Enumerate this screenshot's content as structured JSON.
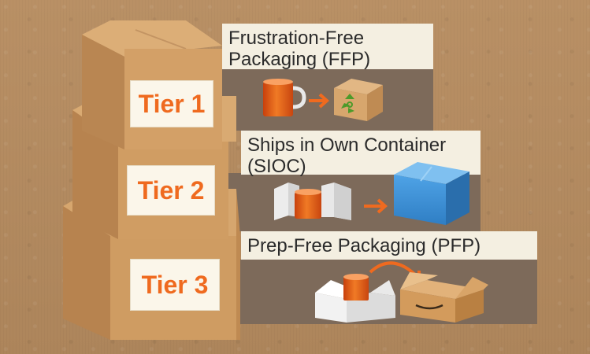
{
  "tiers": [
    {
      "label": "Tier 1",
      "title_lines": [
        "Frustration-Free",
        "Packaging (FFP)"
      ]
    },
    {
      "label": "Tier 2",
      "title_lines": [
        "Ships in Own Container",
        "(SIOC)"
      ]
    },
    {
      "label": "Tier 3",
      "title_lines": [
        "Prep-Free Packaging (PFP)"
      ]
    }
  ],
  "colors": {
    "orange": "#ef6a1f",
    "cardboard": "#c9975f",
    "band": "#7d6a5a",
    "label_bg": "#f4efe1",
    "blue_box": "#3d8fd6"
  },
  "icons": [
    "mug-icon",
    "arrow-icon",
    "recycle-icon",
    "foam-insert-icon",
    "blue-box-icon",
    "open-box-icon",
    "curved-arrow-icon",
    "smile-logo-icon"
  ]
}
